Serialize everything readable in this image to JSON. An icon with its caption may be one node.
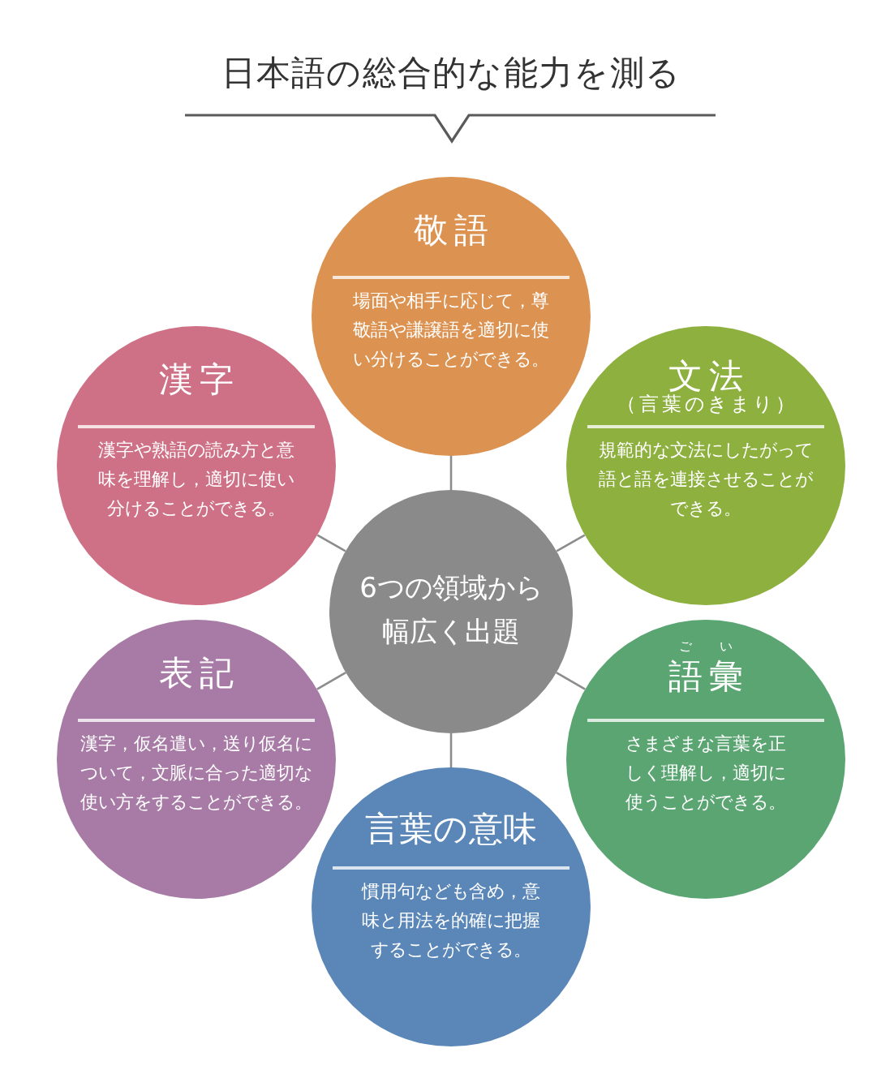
{
  "diagram": {
    "title": "日本語の総合的な能力を測る",
    "nodes": [
      {
        "text": [
          "敬語",
          "場面や相手に応じて，尊敬語や謙譲語を適切に使い分けることができる。"
        ]
      },
      {
        "text": [
          "漢字",
          "漢字や熟語の読み方と意味を理解し，適切に使い分けることができる。"
        ]
      },
      {
        "text": [
          "文法",
          "（言葉のきまり）",
          "規範的な文法にしたがって語と語を連接させることができる。"
        ]
      },
      {
        "text": [
          "6つの領域から幅広く出題"
        ]
      },
      {
        "text": [
          "表記",
          "漢字，仮名遣い，送り仮名について，文脈に合った適切な使い方をすることができる。"
        ]
      },
      {
        "text": [
          "ごい",
          "語彙",
          "さまざまな言葉を正しく理解し，適切に使うことができる。"
        ]
      },
      {
        "text": [
          "言葉の意味",
          "慣用句なども含め，意味と用法を的確に把握することができる。"
        ]
      }
    ],
    "edges": [
      {
        "from": 3,
        "to": 0,
        "arrow": "none"
      },
      {
        "from": 3,
        "to": 1,
        "arrow": "none"
      },
      {
        "from": 3,
        "to": 2,
        "arrow": "none"
      },
      {
        "from": 3,
        "to": 4,
        "arrow": "none"
      },
      {
        "from": 3,
        "to": 5,
        "arrow": "none"
      },
      {
        "from": 3,
        "to": 6,
        "arrow": "none"
      }
    ]
  }
}
